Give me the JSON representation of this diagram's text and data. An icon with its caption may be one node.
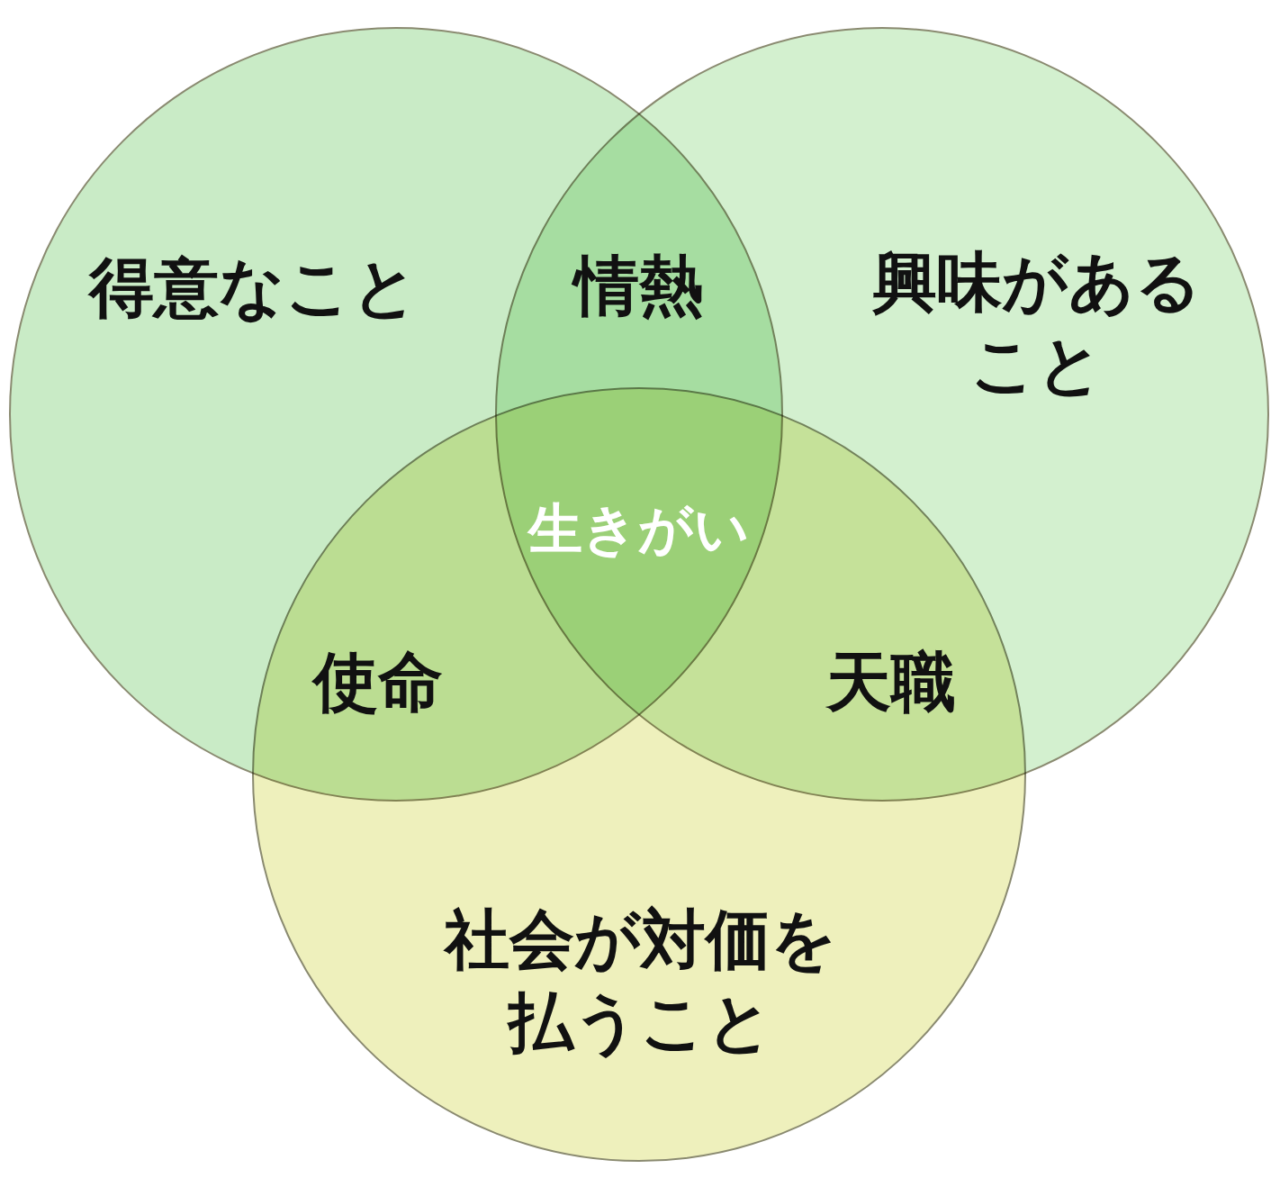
{
  "diagram": {
    "nodes": [
      {
        "text": [
          "得意なこと"
        ]
      },
      {
        "text": [
          "情熱"
        ]
      },
      {
        "text": [
          "興味があること"
        ]
      },
      {
        "text": [
          "生きがい"
        ]
      },
      {
        "text": [
          "使命"
        ]
      },
      {
        "text": [
          "天職"
        ]
      },
      {
        "text": [
          "社会が対価を払うこと"
        ]
      }
    ],
    "edges": []
  }
}
